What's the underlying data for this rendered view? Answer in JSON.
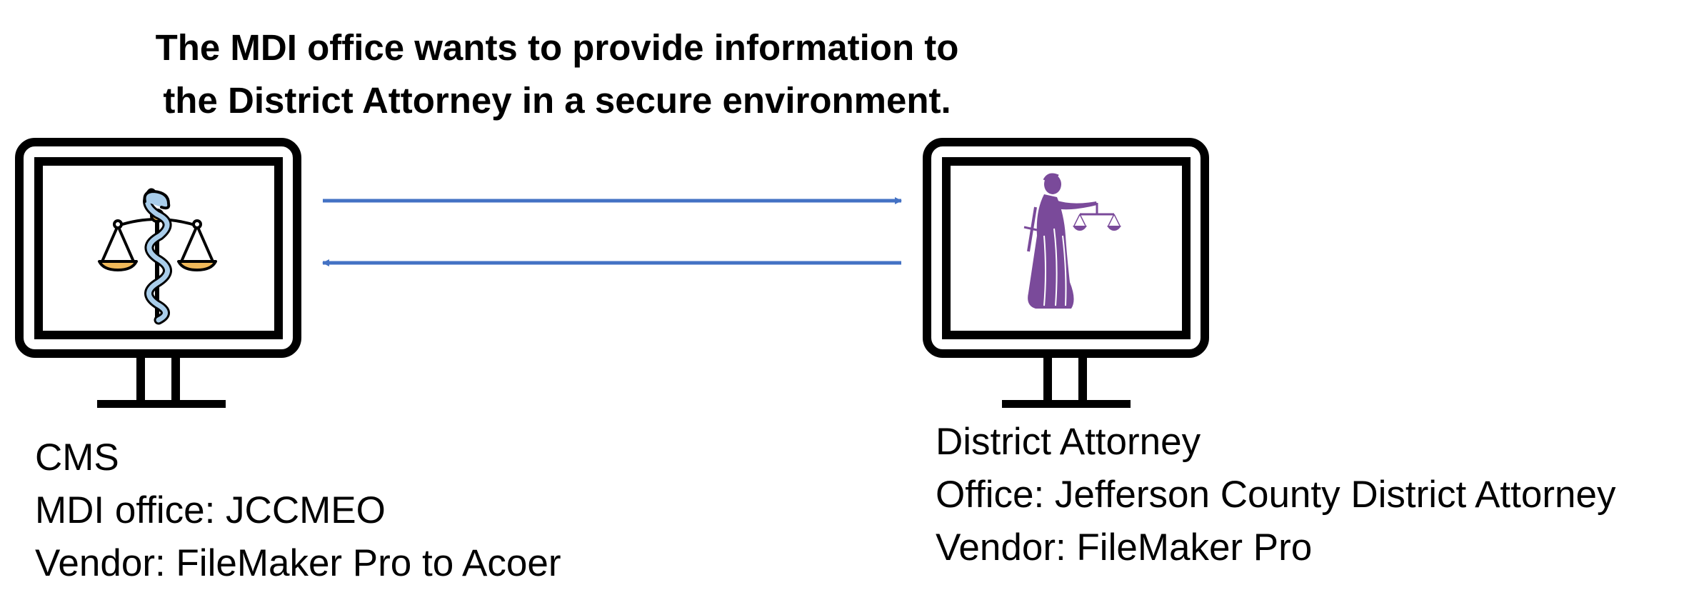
{
  "title": {
    "line1": "The MDI office wants to provide information to",
    "line2": "the District Attorney in a secure environment."
  },
  "left_node": {
    "icon": "scales-with-caduceus-icon",
    "line1": "CMS",
    "line2": "MDI office: JCCMEO",
    "line3": "Vendor:  FileMaker Pro to Acoer"
  },
  "right_node": {
    "icon": "lady-justice-icon",
    "line1": "District Attorney",
    "line2": "Office:  Jefferson County District Attorney",
    "line3": "Vendor:  FileMaker Pro"
  },
  "colors": {
    "arrow": "#4472c4",
    "justice": "#7a4a9a",
    "scale_pan": "#f0b95a",
    "snake": "#a9cdea"
  }
}
